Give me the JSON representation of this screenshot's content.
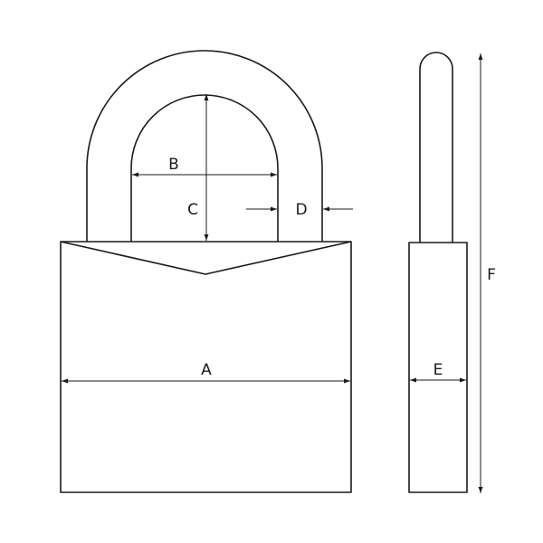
{
  "diagram": {
    "stroke_color": "#1a1a1a",
    "background": "#ffffff",
    "labels": {
      "A": "A",
      "B": "B",
      "C": "C",
      "D": "D",
      "E": "E",
      "F": "F"
    }
  }
}
